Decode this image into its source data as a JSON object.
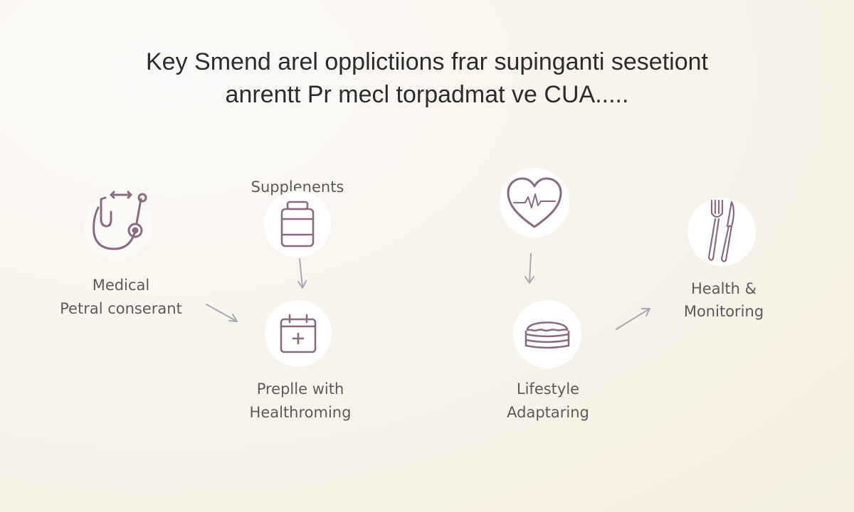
{
  "title": {
    "line1": "Key Smend arel opplictiions frar supinganti sesetiont",
    "line2": "anrentt Pr mecl torpadmat ve CUA....."
  },
  "nodes": {
    "medical": {
      "line1": "Medical",
      "line2": "Petral conserant",
      "icon": "stethoscope-icon"
    },
    "supplements": {
      "label": "Supplenents",
      "icon": "supplement-bottle-icon"
    },
    "preplle": {
      "line1": "Preplle with",
      "line2": "Healthroming",
      "icon": "calendar-plus-icon"
    },
    "heart": {
      "icon": "heart-pulse-icon"
    },
    "lifestyle": {
      "line1": "Lifestyle",
      "line2": "Adaptaring",
      "icon": "food-stack-icon"
    },
    "health": {
      "line1": "Health &",
      "line2": "Monitoring",
      "icon": "fork-knife-icon"
    }
  },
  "colors": {
    "icon_stroke": "#8a6a82",
    "arrow": "#a4a9b3",
    "title": "#2c2c2c",
    "label": "#5a5a5a"
  }
}
